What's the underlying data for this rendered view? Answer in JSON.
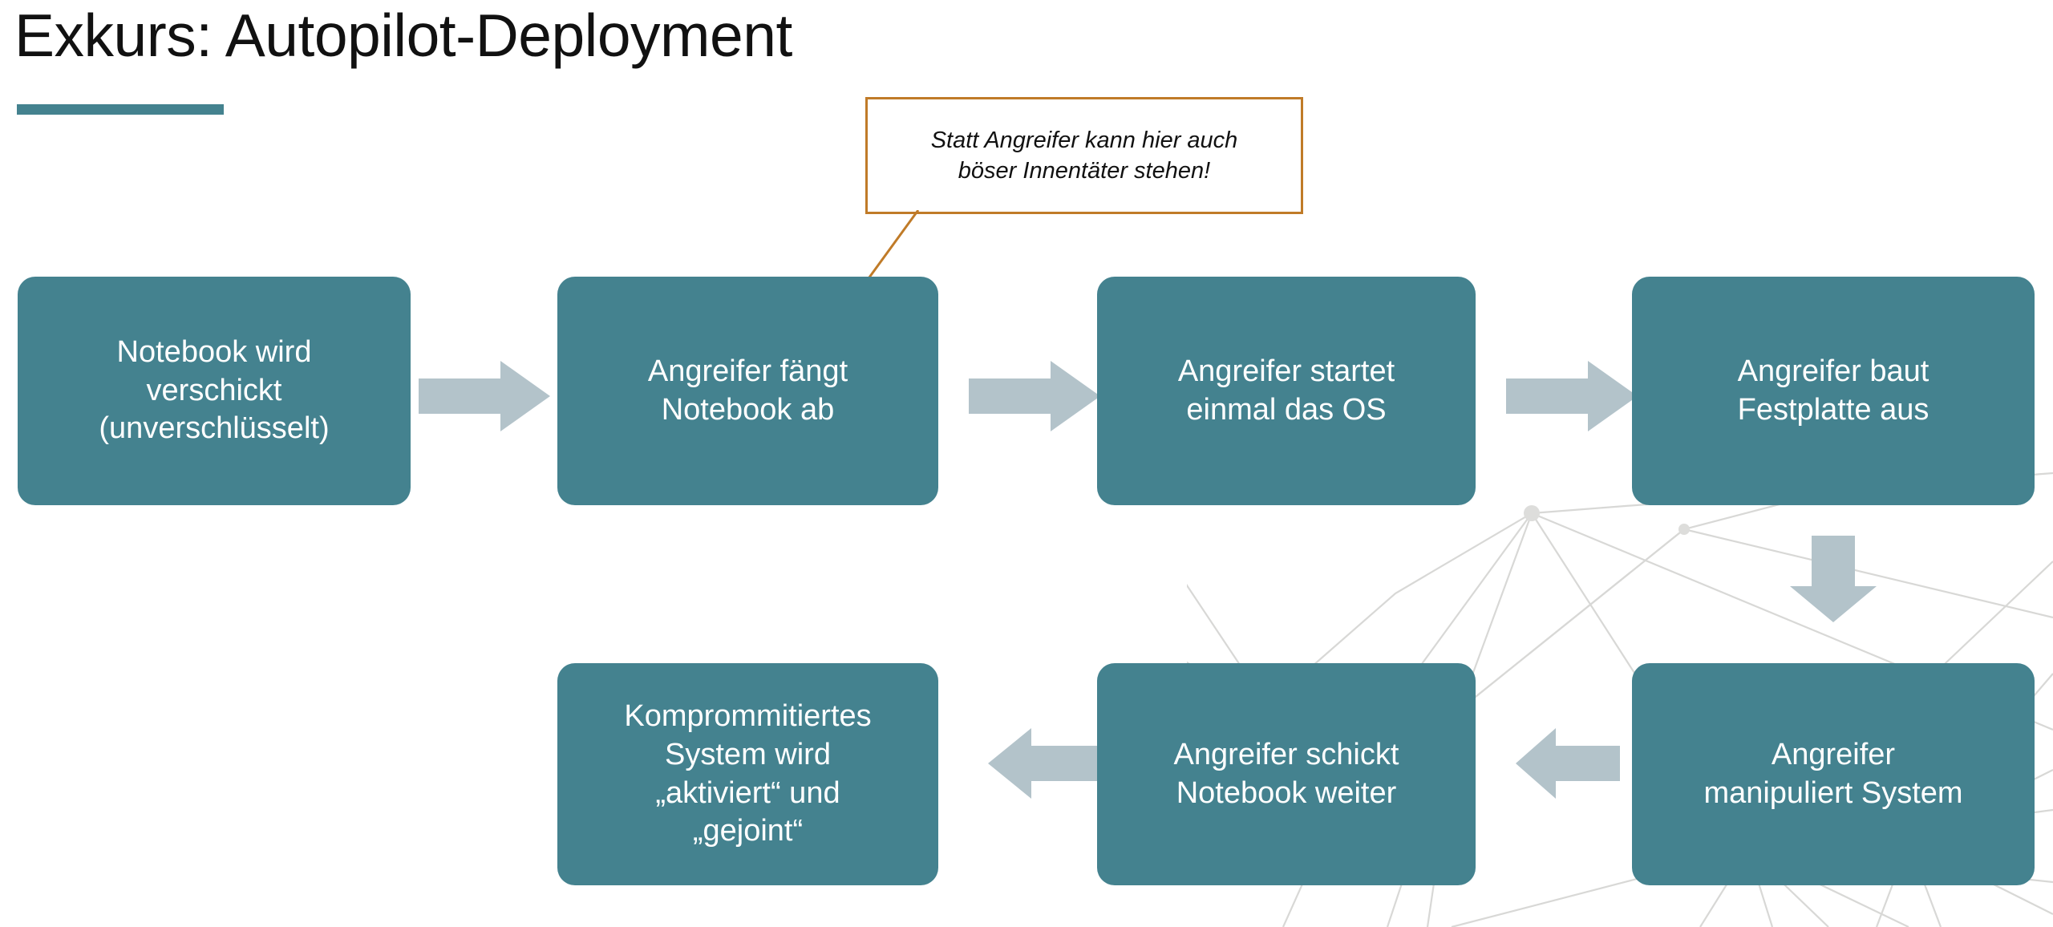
{
  "slide": {
    "title": "Exkurs: Autopilot-Deployment",
    "accent_color": "#44828F",
    "arrow_color": "#B3C3CA",
    "callout_border_color": "#C07B28",
    "background_color": "#FFFFFF",
    "box_text_color": "#FFFFFF",
    "network_color": "#D8D8D6"
  },
  "callout": {
    "text": "Statt Angreifer kann hier auch böser Innentäter stehen!",
    "line1": "Statt Angreifer kann hier auch",
    "line2": "böser Innentäter stehen!"
  },
  "flow": {
    "row1": [
      {
        "id": "step-1",
        "label": "Notebook wird\nverschickt\n(unverschlüsselt)"
      },
      {
        "id": "step-2",
        "label": "Angreifer fängt\nNotebook ab"
      },
      {
        "id": "step-3",
        "label": "Angreifer startet\neinmal das OS"
      },
      {
        "id": "step-4",
        "label": "Angreifer baut\nFestplatte aus"
      }
    ],
    "row2": [
      {
        "id": "step-7",
        "label": "Komprommitiertes\nSystem wird\n„aktiviert“ und\n„gejoint“"
      },
      {
        "id": "step-6",
        "label": "Angreifer schickt\nNotebook weiter"
      },
      {
        "id": "step-5",
        "label": "Angreifer\nmanipuliert System"
      }
    ],
    "arrows": [
      {
        "id": "arrow-1-2",
        "direction": "right"
      },
      {
        "id": "arrow-2-3",
        "direction": "right"
      },
      {
        "id": "arrow-3-4",
        "direction": "right"
      },
      {
        "id": "arrow-4-5",
        "direction": "down"
      },
      {
        "id": "arrow-5-6",
        "direction": "left"
      },
      {
        "id": "arrow-6-7",
        "direction": "left"
      }
    ]
  }
}
